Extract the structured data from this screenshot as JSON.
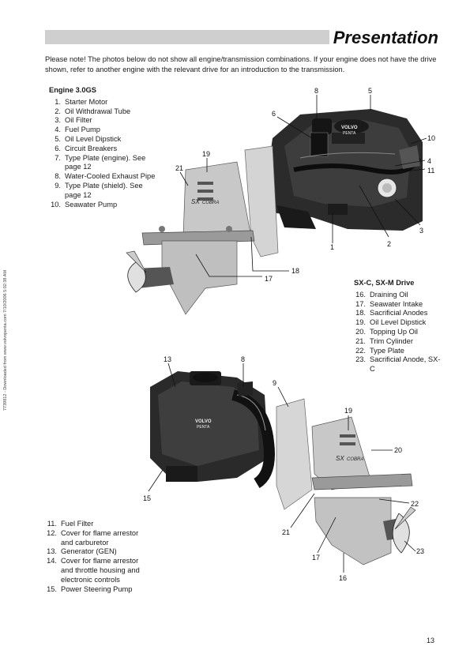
{
  "header": {
    "title": "Presentation"
  },
  "note": "Please note! The photos below do not show all engine/transmission combinations. If your engine does not have the drive shown, refer to another engine with the relevant drive for an introduction to the transmission.",
  "side_note": "7739812 - Downloaded from www.volvopenta.com 7/10/2006 5:02:38 AM",
  "engine_section": {
    "title": "Engine 3.0GS",
    "items": [
      {
        "n": "1.",
        "text": "Starter Motor"
      },
      {
        "n": "2.",
        "text": "Oil Withdrawal Tube"
      },
      {
        "n": "3.",
        "text": "Oil Filter"
      },
      {
        "n": "4.",
        "text": "Fuel Pump"
      },
      {
        "n": "5.",
        "text": "Oil Level Dipstick"
      },
      {
        "n": "6.",
        "text": "Circuit Breakers"
      },
      {
        "n": "7.",
        "text": "Type Plate (engine). See page 12"
      },
      {
        "n": "8.",
        "text": "Water-Cooled Exhaust Pipe"
      },
      {
        "n": "9.",
        "text": "Type Plate (shield). See page 12"
      },
      {
        "n": "10.",
        "text": "Seawater Pump"
      }
    ]
  },
  "drive_section": {
    "title": "SX-C, SX-M Drive",
    "items": [
      {
        "n": "16.",
        "text": "Draining Oil"
      },
      {
        "n": "17.",
        "text": "Seawater Intake"
      },
      {
        "n": "18.",
        "text": "Sacrificial Anodes"
      },
      {
        "n": "19.",
        "text": "Oil Level Dipstick"
      },
      {
        "n": "20.",
        "text": "Topping Up Oil"
      },
      {
        "n": "21.",
        "text": "Trim Cylinder"
      },
      {
        "n": "22.",
        "text": "Type Plate"
      },
      {
        "n": "23.",
        "text": "Sacrificial Anode, SX-C"
      }
    ]
  },
  "lower_section": {
    "items": [
      {
        "n": "11.",
        "text": "Fuel Filter"
      },
      {
        "n": "12.",
        "text": "Cover for flame arrestor and carburetor"
      },
      {
        "n": "13.",
        "text": "Generator (GEN)"
      },
      {
        "n": "14.",
        "text": "Cover for flame arrestor and throttle housing and electronic controls"
      },
      {
        "n": "15.",
        "text": "Power Steering Pump"
      }
    ]
  },
  "figure_top": {
    "callouts": [
      "8",
      "5",
      "6",
      "10",
      "4",
      "11",
      "3",
      "2",
      "1",
      "19",
      "21",
      "18",
      "17"
    ],
    "markings": {
      "volvo": "VOLVO",
      "penta": "PENTA",
      "sx": "SX",
      "cobra": "COBRA"
    }
  },
  "figure_bottom": {
    "callouts": [
      "13",
      "8",
      "9",
      "19",
      "20",
      "22",
      "21",
      "17",
      "16",
      "23",
      "15"
    ],
    "markings": {
      "volvo": "VOLVO",
      "penta": "PENTA",
      "sx": "SX",
      "cobra": "COBRA"
    }
  },
  "page_number": "13"
}
